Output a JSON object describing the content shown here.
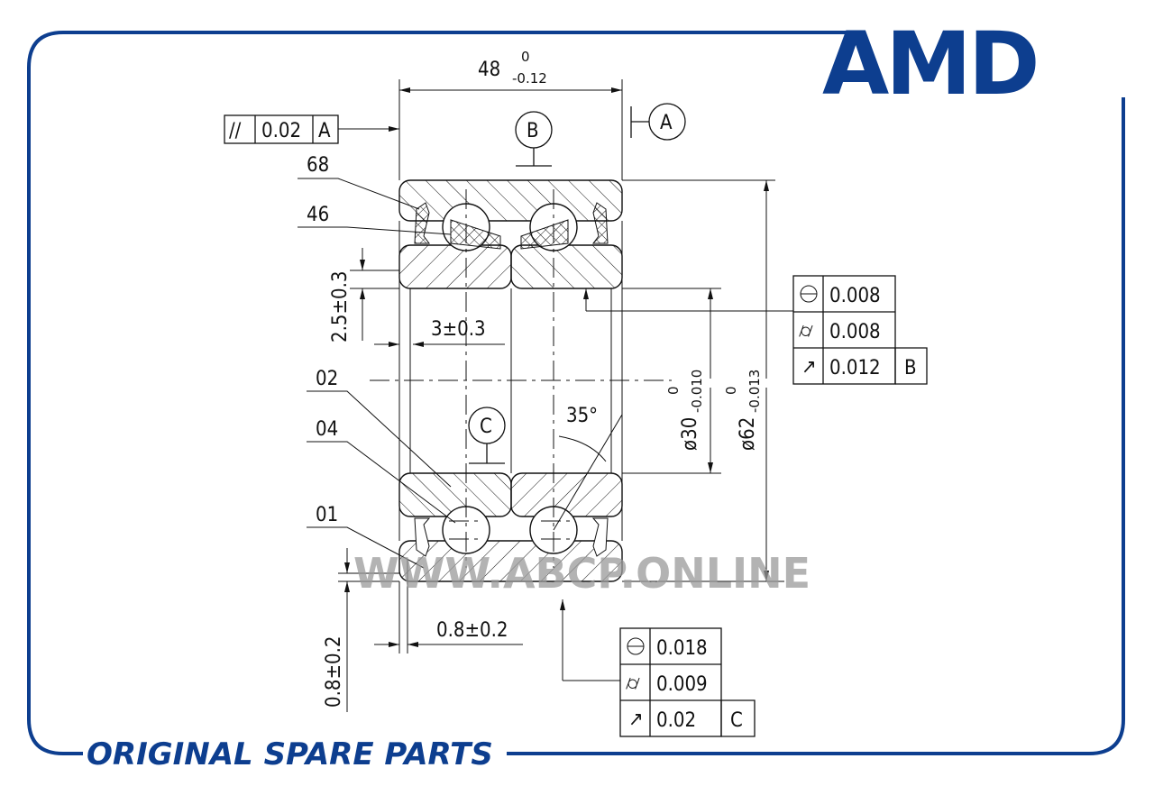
{
  "brand": {
    "logo": "AMD",
    "slogan": "ORIGINAL SPARE PARTS",
    "color": "#0d3e8f"
  },
  "watermark": "WWW.ABCP.ONLINE",
  "dimensions": {
    "width_nominal": "48",
    "width_upper": "0",
    "width_lower": "-0.12",
    "bore_nominal": "ø30",
    "bore_upper": "0",
    "bore_lower": "-0.010",
    "od_nominal": "ø62",
    "od_upper": "0",
    "od_lower": "-0.013",
    "chamfer_radial_top": "2.5±0.3",
    "chamfer_axial_top": "3±0.3",
    "chamfer_axial_bottom": "0.8±0.2",
    "chamfer_radial_bottom": "0.8±0.2",
    "contact_angle": "35°"
  },
  "datums": {
    "a": "A",
    "b": "B",
    "c": "C"
  },
  "part_labels": [
    "68",
    "46",
    "02",
    "04",
    "01"
  ],
  "tolerance_parallel": {
    "symbol": "//",
    "value": "0.02",
    "datum": "A"
  },
  "tolerance_bore": [
    {
      "symbol": "roundness",
      "value": "0.008",
      "datum": ""
    },
    {
      "symbol": "cylindricity",
      "value": "0.008",
      "datum": ""
    },
    {
      "symbol": "runout",
      "value": "0.012",
      "datum": "B"
    }
  ],
  "tolerance_od": [
    {
      "symbol": "roundness",
      "value": "0.018",
      "datum": ""
    },
    {
      "symbol": "cylindricity",
      "value": "0.009",
      "datum": ""
    },
    {
      "symbol": "runout",
      "value": "0.02",
      "datum": "C"
    }
  ]
}
